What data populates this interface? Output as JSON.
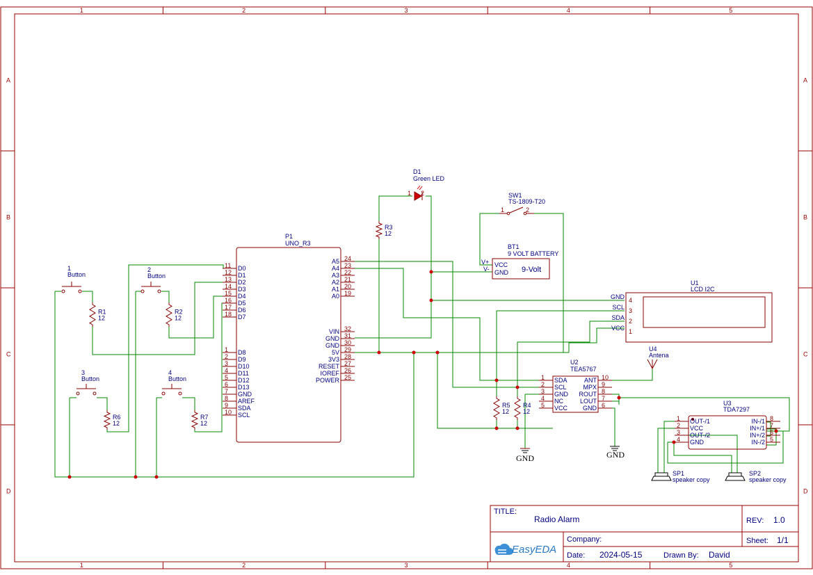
{
  "frame": {
    "columns": [
      "1",
      "2",
      "3",
      "4",
      "5"
    ],
    "rows": [
      "A",
      "B",
      "C",
      "D"
    ]
  },
  "title_block": {
    "title_label": "TITLE:",
    "title": "Radio Alarm",
    "rev_label": "REV:",
    "rev": "1.0",
    "company_label": "Company:",
    "company": "",
    "sheet_label": "Sheet:",
    "sheet": "1/1",
    "date_label": "Date:",
    "date": "2024-05-15",
    "drawn_by_label": "Drawn By:",
    "drawn_by": "David",
    "logo_text": "EasyEDA"
  },
  "components": {
    "P1": {
      "ref": "P1",
      "value": "UNO_R3",
      "left_pins": [
        [
          "11",
          "D0"
        ],
        [
          "12",
          "D1"
        ],
        [
          "13",
          "D2"
        ],
        [
          "14",
          "D3"
        ],
        [
          "15",
          "D4"
        ],
        [
          "16",
          "D5"
        ],
        [
          "17",
          "D6"
        ],
        [
          "18",
          "D7"
        ],
        [
          "1",
          "D8"
        ],
        [
          "2",
          "D9"
        ],
        [
          "3",
          "D10"
        ],
        [
          "4",
          "D11"
        ],
        [
          "5",
          "D12"
        ],
        [
          "6",
          "D13"
        ],
        [
          "7",
          "GND"
        ],
        [
          "8",
          "AREF"
        ],
        [
          "9",
          "SDA"
        ],
        [
          "10",
          "SCL"
        ]
      ],
      "right_pins": [
        [
          "24",
          "A5"
        ],
        [
          "23",
          "A4"
        ],
        [
          "22",
          "A3"
        ],
        [
          "21",
          "A2"
        ],
        [
          "20",
          "A1"
        ],
        [
          "19",
          "A0"
        ],
        [
          "32",
          "VIN"
        ],
        [
          "31",
          "GND"
        ],
        [
          "30",
          "GND"
        ],
        [
          "29",
          "5V"
        ],
        [
          "28",
          "3V3"
        ],
        [
          "27",
          "RESET"
        ],
        [
          "26",
          "IOREF"
        ],
        [
          "25",
          "POWER"
        ]
      ]
    },
    "D1": {
      "ref": "D1",
      "value": "Green LED",
      "pin1": "1",
      "pin2": "2"
    },
    "SW1": {
      "ref": "SW1",
      "value": "TS-1809-T20",
      "pin1": "1",
      "pin2": "2"
    },
    "BT1": {
      "ref": "BT1",
      "value": "9 VOLT BATTERY",
      "body": "9-Volt",
      "pins": [
        "VCC",
        "GND"
      ],
      "vplus": "V+",
      "vminus": "V-"
    },
    "U1": {
      "ref": "U1",
      "value": "LCD I2C",
      "pins": [
        [
          "4",
          "GND"
        ],
        [
          "3",
          "SCL"
        ],
        [
          "2",
          "SDA"
        ],
        [
          "1",
          "VCC"
        ]
      ]
    },
    "U4": {
      "ref": "U4",
      "value": "Antena"
    },
    "U2": {
      "ref": "U2",
      "value": "TEA5767",
      "left_pins": [
        [
          "1",
          "SDA"
        ],
        [
          "2",
          "SCL"
        ],
        [
          "3",
          "GND"
        ],
        [
          "4",
          "NC"
        ],
        [
          "5",
          "VCC"
        ]
      ],
      "right_pins": [
        [
          "10",
          "ANT"
        ],
        [
          "9",
          "MPX"
        ],
        [
          "8",
          "ROUT"
        ],
        [
          "7",
          "LOUT"
        ],
        [
          "6",
          "GND"
        ]
      ]
    },
    "U3": {
      "ref": "U3",
      "value": "TDA7297",
      "left_pins": [
        [
          "1",
          "OUT-/1"
        ],
        [
          "2",
          "VCC"
        ],
        [
          "3",
          "OUT-/2"
        ],
        [
          "4",
          "GND"
        ]
      ],
      "right_pins": [
        [
          "8",
          "IN-/1"
        ],
        [
          "7",
          "IN+/1"
        ],
        [
          "6",
          "IN+/2"
        ],
        [
          "5",
          "IN-/2"
        ]
      ]
    },
    "SP1": {
      "ref": "SP1",
      "value": "speaker copy"
    },
    "SP2": {
      "ref": "SP2",
      "value": "speaker copy"
    },
    "B1": {
      "ref": "1",
      "value": "Button"
    },
    "B2": {
      "ref": "2",
      "value": "Button"
    },
    "B3": {
      "ref": "3",
      "value": "Button"
    },
    "B4": {
      "ref": "4",
      "value": "Button"
    },
    "R1": {
      "ref": "R1",
      "value": "12"
    },
    "R2": {
      "ref": "R2",
      "value": "12"
    },
    "R3": {
      "ref": "R3",
      "value": "12"
    },
    "R4": {
      "ref": "R4",
      "value": "12"
    },
    "R5": {
      "ref": "R5",
      "value": "12"
    },
    "R6": {
      "ref": "R6",
      "value": "12"
    },
    "R7": {
      "ref": "R7",
      "value": "12"
    }
  },
  "ground_labels": [
    "GND",
    "GND"
  ],
  "colors": {
    "frame": "#990000",
    "wire": "#008800",
    "component": "#880000",
    "label": "#000080",
    "junction": "#cc0000"
  }
}
